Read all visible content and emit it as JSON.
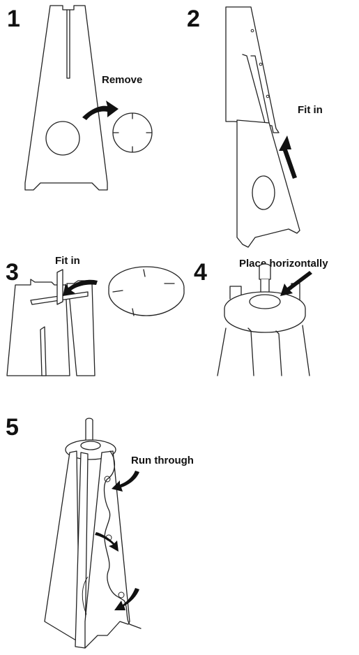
{
  "steps": [
    {
      "number": "1",
      "label": "Remove"
    },
    {
      "number": "2",
      "label": "Fit in"
    },
    {
      "number": "3",
      "label": "Fit in"
    },
    {
      "number": "4",
      "label": "Place horizontally"
    },
    {
      "number": "5",
      "label": "Run through"
    }
  ]
}
